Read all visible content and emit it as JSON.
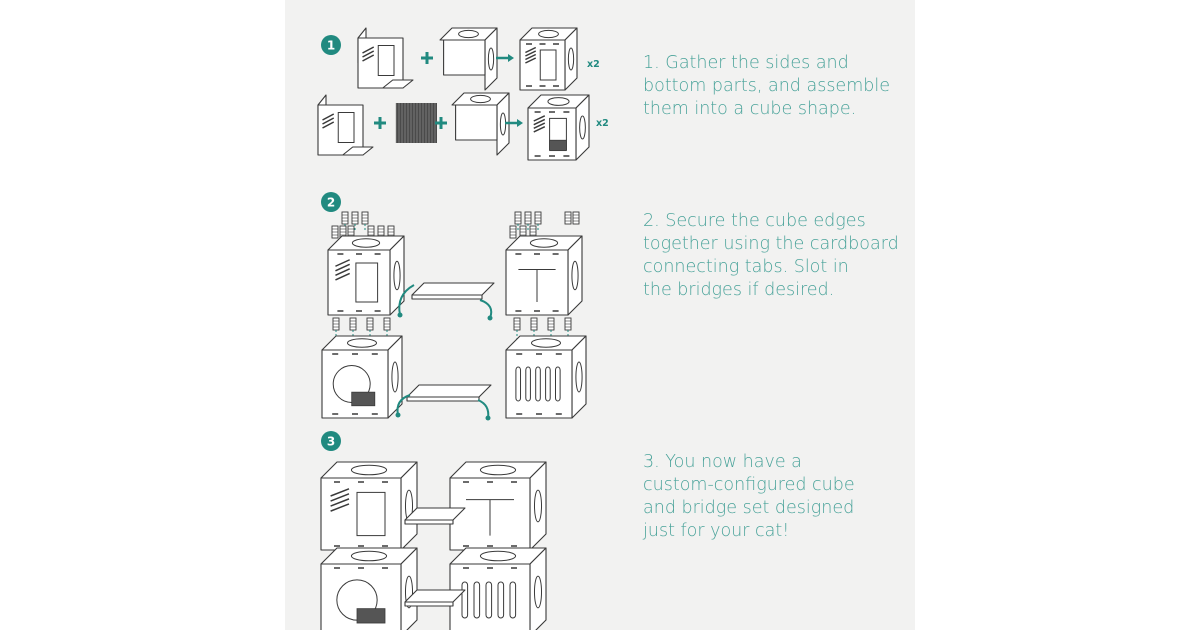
{
  "colors": {
    "accent": "#218a80",
    "text": "#4aa39a",
    "panel": "#f2f2f1",
    "line": "#3a3a3a"
  },
  "steps": [
    {
      "number": "1",
      "lines": [
        "1. Gather the sides and",
        "bottom parts, and assemble",
        "them into a cube shape."
      ],
      "multipliers": [
        "x2",
        "x2"
      ]
    },
    {
      "number": "2",
      "lines": [
        "2. Secure the cube edges",
        "together using the cardboard",
        "connecting tabs. Slot in",
        "the bridges if desired."
      ]
    },
    {
      "number": "3",
      "lines": [
        "3. You now have a",
        "custom-configured cube",
        "and bridge set designed",
        "just for your cat!"
      ]
    }
  ]
}
